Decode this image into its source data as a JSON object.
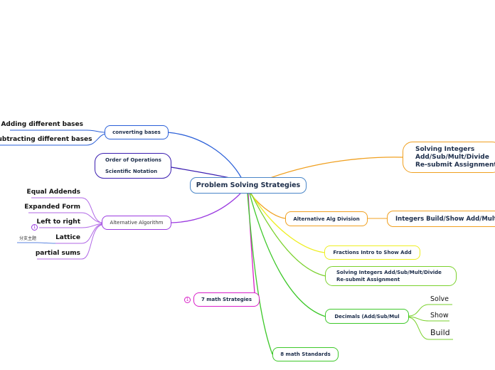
{
  "central": {
    "label": "Problem Solving Strategies"
  },
  "branches": {
    "converting_bases": {
      "label": "converting bases",
      "children": [
        "Adding different bases",
        "Subtracting different bases"
      ]
    },
    "order_of_operations": {
      "line1": "Order of Operations",
      "line2": "Scientific Notation"
    },
    "alternative_algorithm": {
      "label": "Alternative Algorithm",
      "children": [
        "Equal Addends",
        "Expanded Form",
        "Left to right",
        "Lattice",
        "partial sums"
      ],
      "left_to_right_badge": "1",
      "lattice_note": "分支主题"
    },
    "seven_strategies": {
      "label": "7 math Strategies",
      "badge": "1"
    },
    "eight_standards": {
      "label": "8 math Standards"
    },
    "solving_integers_top": {
      "line1": "Solving Integers",
      "line2": "Add/Sub/Mult/Divide",
      "line3": "Re-submit Assignment"
    },
    "alt_alg_division": {
      "label": "Alternative Alg Division",
      "child": "Integers Build/Show Add/Mult"
    },
    "fractions": {
      "label": "Fractions Intro to Show Add"
    },
    "solving_integers_mid": {
      "line1": "Solving Integers Add/Sub/Mult/Divide",
      "line2": "Re-submit Assignment"
    },
    "decimals": {
      "label": "Decimals (Add/Sub/Mul",
      "children": [
        "Solve",
        "Show",
        "Build"
      ]
    }
  },
  "colors": {
    "blue": "#2a5fd8",
    "indigo": "#3a1db0",
    "purple": "#9b3be0",
    "magenta": "#d81fc8",
    "green": "#3ec82a",
    "orange": "#f0a020",
    "yellow": "#eeee22",
    "lime": "#7ad12c"
  }
}
